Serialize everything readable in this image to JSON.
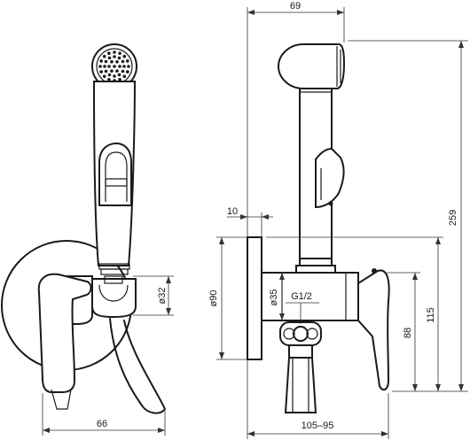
{
  "dimensions": {
    "width_side": "69",
    "height_total": "259",
    "plate_offset": "10",
    "plate_diameter": "ø90",
    "body_diameter": "ø35",
    "thread": "G1/2",
    "height_body": "88",
    "height_holder": "115",
    "depth_range": "105–95",
    "width_front": "66",
    "holder_diameter": "ø32"
  }
}
